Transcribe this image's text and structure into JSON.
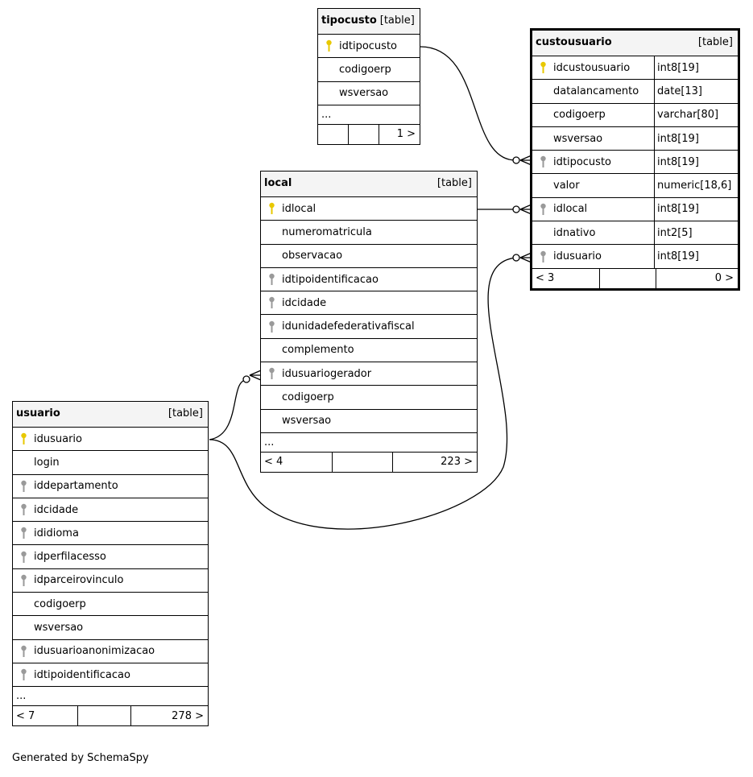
{
  "tables": {
    "tipocusto": {
      "name": "tipocusto",
      "kind": "[table]",
      "columns": [
        {
          "name": "idtipocusto",
          "key": "primary"
        },
        {
          "name": "codigoerp",
          "key": "none"
        },
        {
          "name": "wsversao",
          "key": "none"
        }
      ],
      "ellipsis": "...",
      "footer": {
        "left": "",
        "mid": "",
        "right": "1 >"
      }
    },
    "custousuario": {
      "name": "custousuario",
      "kind": "[table]",
      "columns": [
        {
          "name": "idcustousuario",
          "type": "int8[19]",
          "key": "primary"
        },
        {
          "name": "datalancamento",
          "type": "date[13]",
          "key": "none"
        },
        {
          "name": "codigoerp",
          "type": "varchar[80]",
          "key": "none"
        },
        {
          "name": "wsversao",
          "type": "int8[19]",
          "key": "none"
        },
        {
          "name": "idtipocusto",
          "type": "int8[19]",
          "key": "foreign"
        },
        {
          "name": "valor",
          "type": "numeric[18,6]",
          "key": "none"
        },
        {
          "name": "idlocal",
          "type": "int8[19]",
          "key": "foreign"
        },
        {
          "name": "idnativo",
          "type": "int2[5]",
          "key": "none"
        },
        {
          "name": "idusuario",
          "type": "int8[19]",
          "key": "foreign"
        }
      ],
      "footer": {
        "left": "< 3",
        "mid": "",
        "right": "0 >"
      }
    },
    "local": {
      "name": "local",
      "kind": "[table]",
      "columns": [
        {
          "name": "idlocal",
          "key": "primary"
        },
        {
          "name": "numeromatricula",
          "key": "none"
        },
        {
          "name": "observacao",
          "key": "none"
        },
        {
          "name": "idtipoidentificacao",
          "key": "foreign"
        },
        {
          "name": "idcidade",
          "key": "foreign"
        },
        {
          "name": "idunidadefederativafiscal",
          "key": "foreign"
        },
        {
          "name": "complemento",
          "key": "none"
        },
        {
          "name": "idusuariogerador",
          "key": "foreign"
        },
        {
          "name": "codigoerp",
          "key": "none"
        },
        {
          "name": "wsversao",
          "key": "none"
        }
      ],
      "ellipsis": "...",
      "footer": {
        "left": "< 4",
        "mid": "",
        "right": "223 >"
      }
    },
    "usuario": {
      "name": "usuario",
      "kind": "[table]",
      "columns": [
        {
          "name": "idusuario",
          "key": "primary"
        },
        {
          "name": "login",
          "key": "none"
        },
        {
          "name": "iddepartamento",
          "key": "foreign"
        },
        {
          "name": "idcidade",
          "key": "foreign"
        },
        {
          "name": "ididioma",
          "key": "foreign"
        },
        {
          "name": "idperfilacesso",
          "key": "foreign"
        },
        {
          "name": "idparceirovinculo",
          "key": "foreign"
        },
        {
          "name": "codigoerp",
          "key": "none"
        },
        {
          "name": "wsversao",
          "key": "none"
        },
        {
          "name": "idusuarioanonimizacao",
          "key": "foreign"
        },
        {
          "name": "idtipoidentificacao",
          "key": "foreign"
        }
      ],
      "ellipsis": "...",
      "footer": {
        "left": "< 7",
        "mid": "",
        "right": "278 >"
      }
    }
  },
  "colors": {
    "primary_key": "#e8c800",
    "foreign_key": "#9a9a9a",
    "header_bg": "#f4f4f4"
  },
  "generated_by": "Generated by SchemaSpy"
}
